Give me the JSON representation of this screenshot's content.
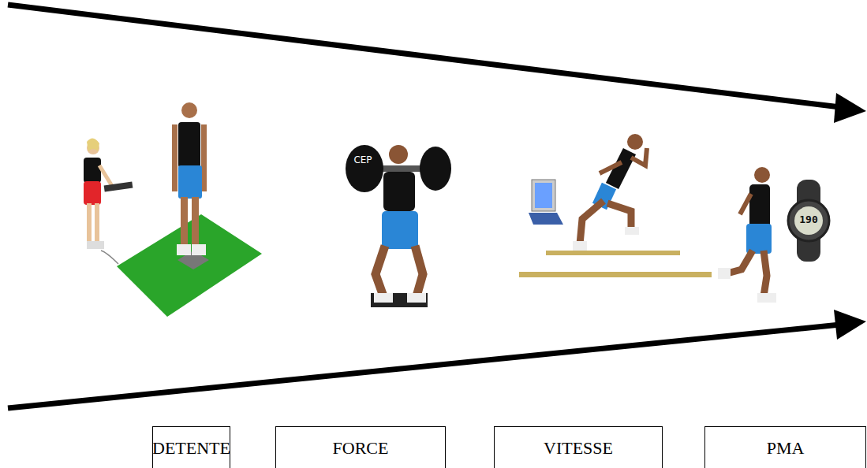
{
  "diagram": {
    "nodes": [
      {
        "text": [
          "DETENTE"
        ]
      },
      {
        "text": [
          "FORCE"
        ]
      },
      {
        "text": [
          "VITESSE"
        ]
      },
      {
        "text": [
          "PMA"
        ]
      }
    ],
    "labels": [
      "CEP",
      "190"
    ]
  }
}
